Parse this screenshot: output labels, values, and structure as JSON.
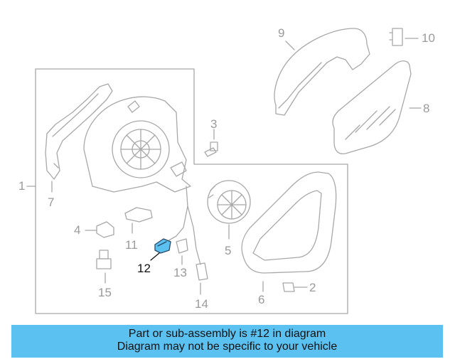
{
  "diagram": {
    "callouts": [
      "1",
      "2",
      "3",
      "4",
      "5",
      "6",
      "7",
      "8",
      "9",
      "10",
      "11",
      "12",
      "13",
      "14",
      "15"
    ],
    "highlighted_part": "12",
    "colors": {
      "line": "#a8a8a8",
      "highlight_fill": "#5bc1f1",
      "banner": "#5bc1f1"
    }
  },
  "banner": {
    "line1": "Part or sub-assembly is #12 in diagram",
    "line2": "Diagram may not be specific to your vehicle"
  }
}
